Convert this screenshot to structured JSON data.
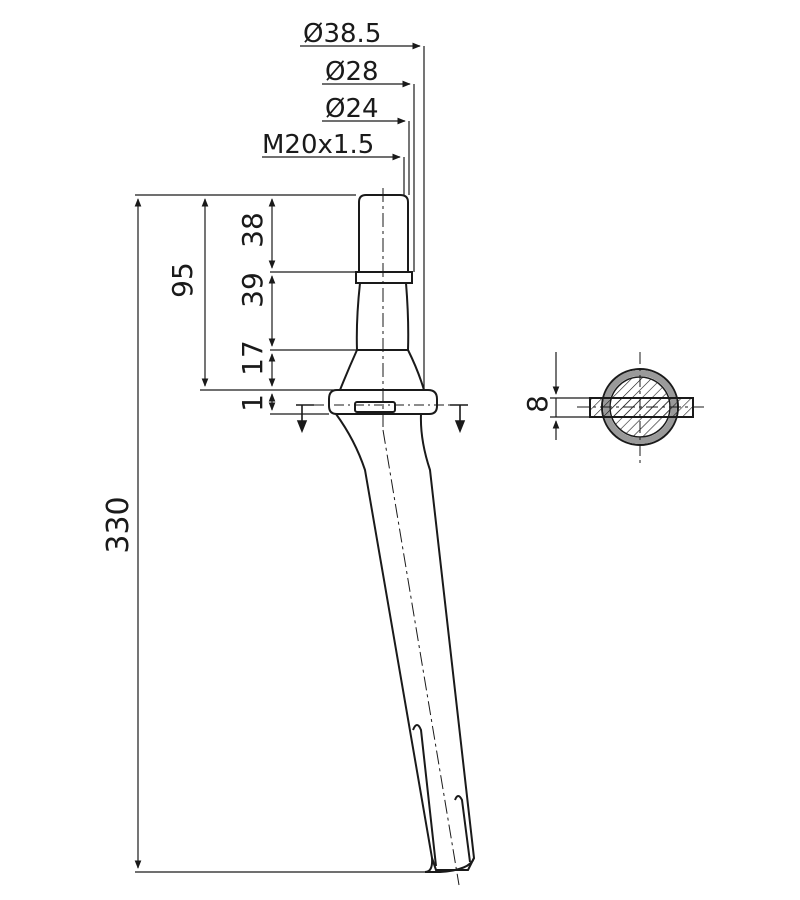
{
  "diagram": {
    "line_color": "#1a1a1a",
    "background_color": "#ffffff",
    "diameter_labels": {
      "d1": "Ø38.5",
      "d2": "Ø28",
      "d3": "Ø24",
      "thread": "M20x1.5"
    },
    "vertical_dimensions": {
      "segment_1": "38",
      "segment_2": "39",
      "segment_3": "17",
      "segment_4": "1",
      "upper_total": "95",
      "overall_length": "330"
    },
    "section_view": {
      "thickness": "8"
    }
  }
}
